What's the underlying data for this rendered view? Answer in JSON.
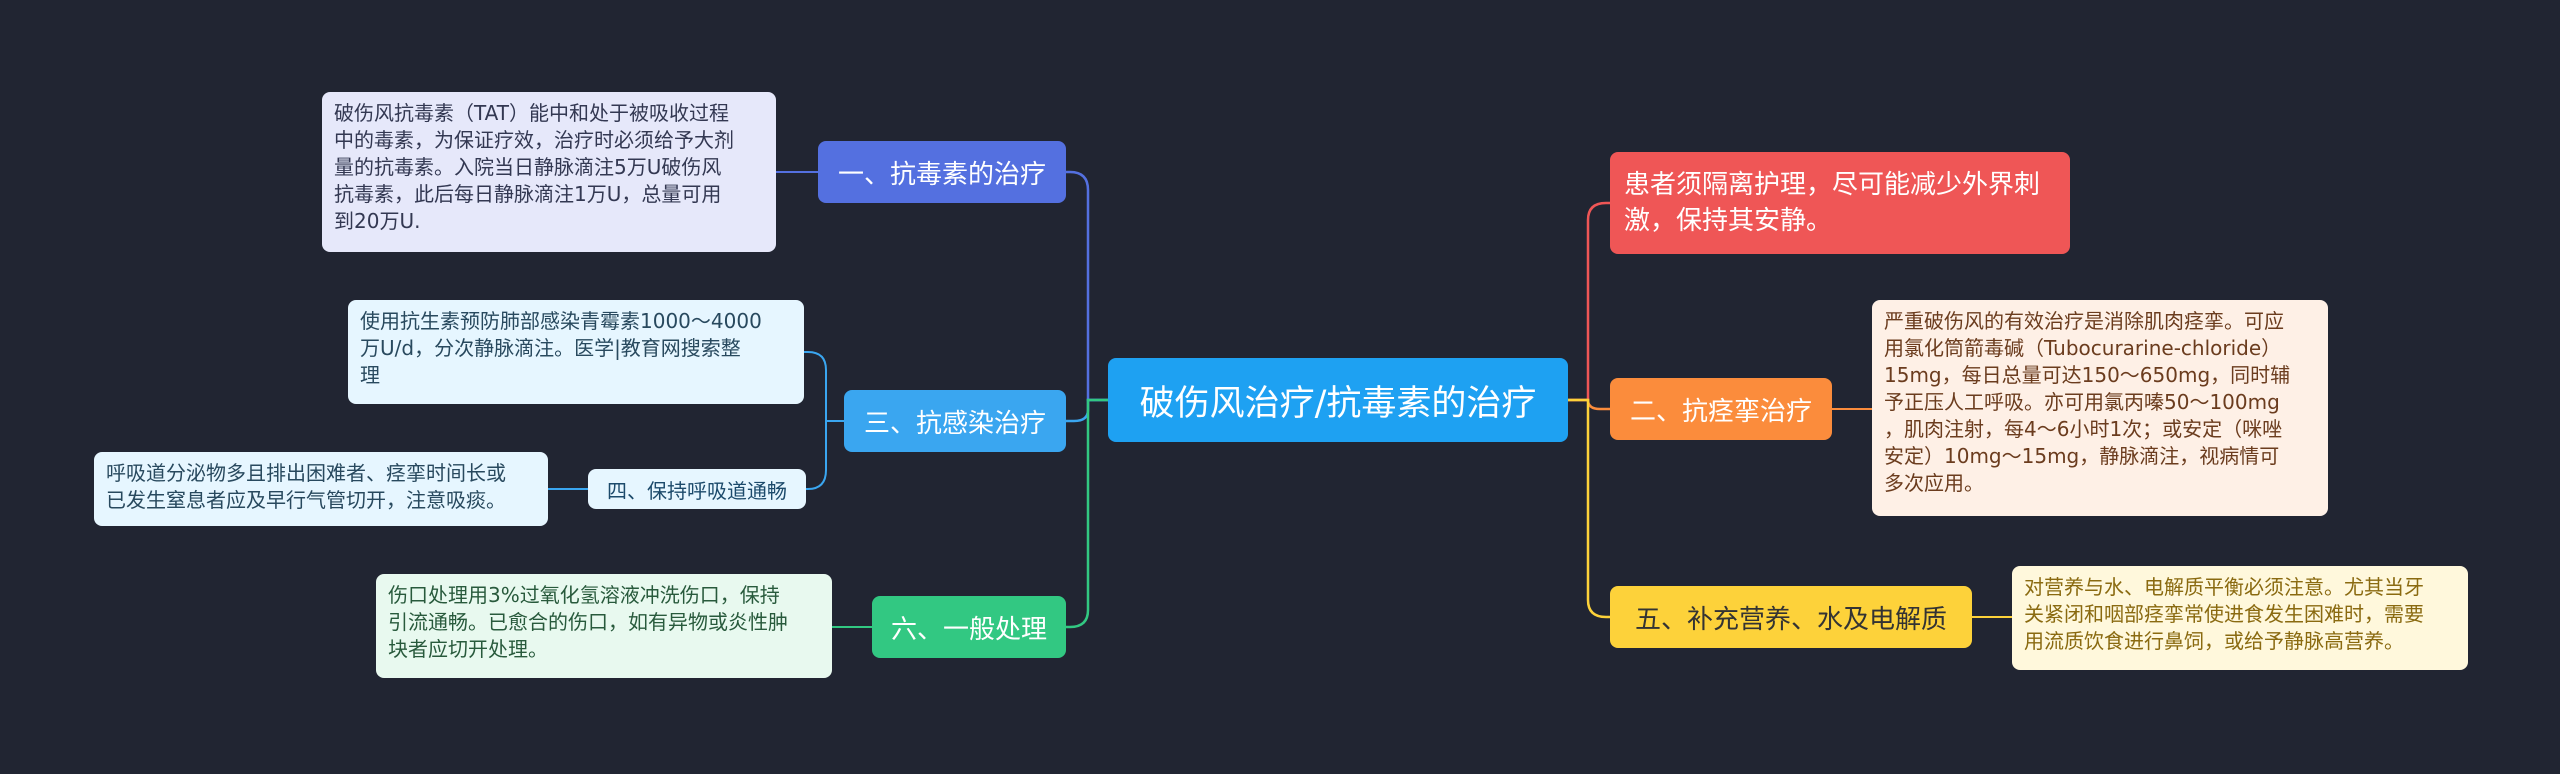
{
  "root": {
    "label": "破伤风治疗/抗毒素的治疗"
  },
  "left": {
    "antitoxin": {
      "label": "一、抗毒素的治疗",
      "note_lines": [
        "破伤风抗毒素（TAT）能中和处于被吸收过程",
        "中的毒素，为保证疗效，治疗时必须给予大剂",
        "量的抗毒素。入院当日静脉滴注5万U破伤风",
        "抗毒素，此后每日静脉滴注1万U，总量可用",
        "到20万U."
      ]
    },
    "anti_infection": {
      "label": "三、抗感染治疗",
      "note_lines": [
        "使用抗生素预防肺部感染青霉素1000～4000",
        "万U/d，分次静脉滴注。医学|教育网搜索整",
        "理"
      ],
      "airway": {
        "label": "四、保持呼吸道通畅",
        "note_lines": [
          "呼吸道分泌物多且排出困难者、痉挛时间长或",
          "已发生窒息者应及早行气管切开，注意吸痰。"
        ]
      }
    },
    "general": {
      "label": "六、一般处理",
      "note_lines": [
        "伤口处理用3%过氧化氢溶液冲洗伤口，保持",
        "引流通畅。已愈合的伤口，如有异物或炎性肿",
        "块者应切开处理。"
      ]
    }
  },
  "right": {
    "isolation": {
      "label": "患者须隔离护理，尽可能减少外界刺激，保持其安静。"
    },
    "antispasm": {
      "label": "二、抗痉挛治疗",
      "note_lines": [
        "严重破伤风的有效治疗是消除肌肉痉挛。可应",
        "用氯化筒箭毒碱（Tubocurarine-chloride）",
        "15mg，每日总量可达150～650mg，同时辅",
        "予正压人工呼吸。亦可用氯丙嗪50～100mg",
        "，肌肉注射，每4～6小时1次；或安定（咪唑",
        "安定）10mg～15mg，静脉滴注，视病情可",
        "多次应用。"
      ]
    },
    "nutrition": {
      "label": "五、补充营养、水及电解质",
      "note_lines": [
        "对营养与水、电解质平衡必须注意。尤其当牙",
        "关紧闭和咽部痉挛常使进食发生困难时，需要",
        "用流质饮食进行鼻饲，或给予静脉高营养。"
      ]
    }
  },
  "colors": {
    "background": "#212532",
    "root": "#1ea1f2",
    "blue": "#5470e0",
    "sky": "#3aa6f0",
    "green": "#32c882",
    "red": "#ef5656",
    "orange": "#fb8c3c",
    "yellow": "#fdd23a"
  }
}
